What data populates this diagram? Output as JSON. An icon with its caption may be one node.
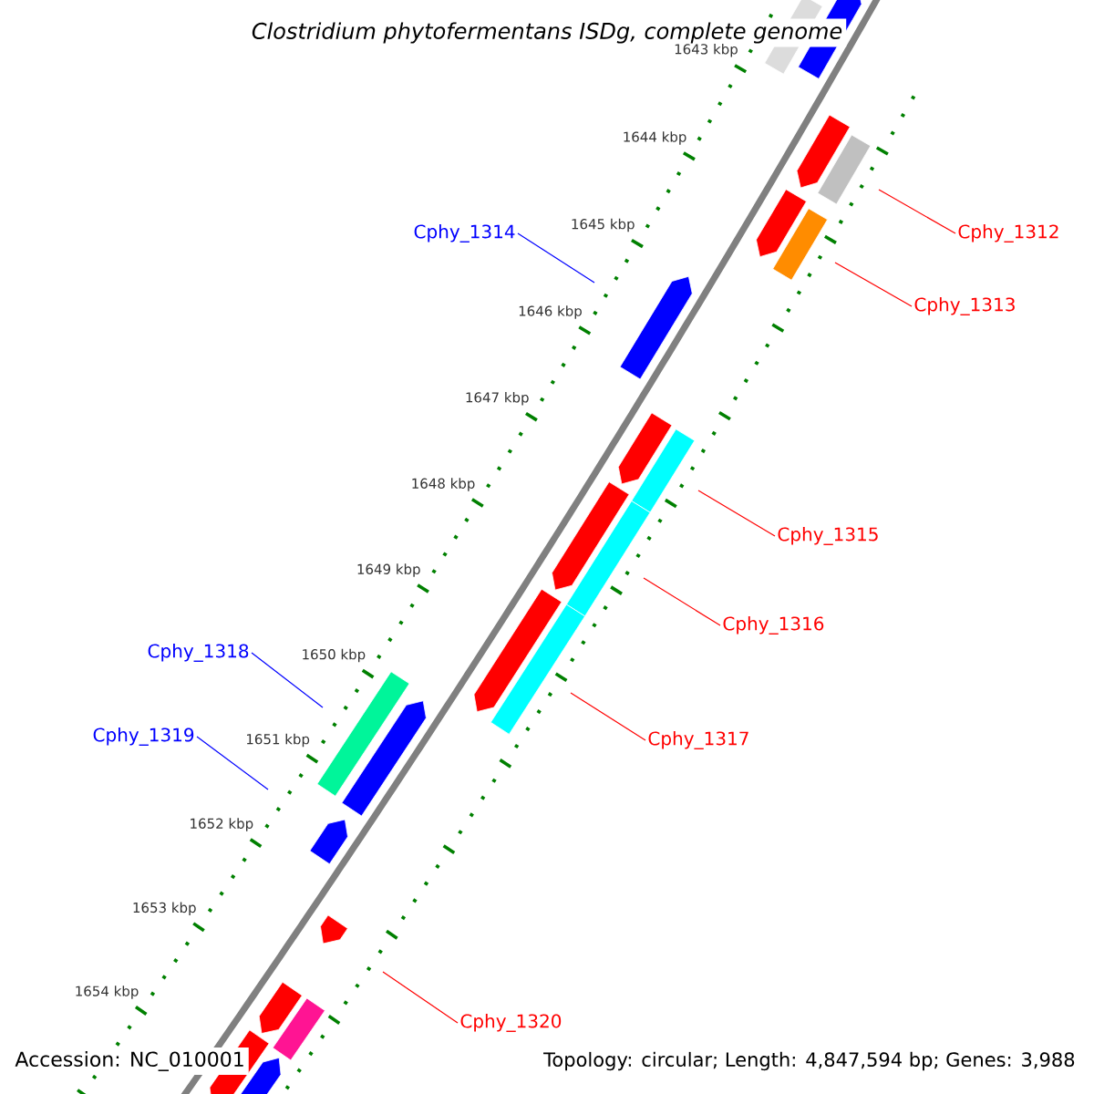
{
  "diagram": {
    "title": "Clostridium phytofermentans ISDg, complete genome",
    "nodes": [
      {
        "text": [
          "Cphy_1312"
        ]
      },
      {
        "text": [
          "Cphy_1313"
        ]
      },
      {
        "text": [
          "Cphy_1314"
        ]
      },
      {
        "text": [
          "Cphy_1315"
        ]
      },
      {
        "text": [
          "Cphy_1316"
        ]
      },
      {
        "text": [
          "Cphy_1317"
        ]
      },
      {
        "text": [
          "Cphy_1318"
        ]
      },
      {
        "text": [
          "Cphy_1319"
        ]
      },
      {
        "text": [
          "Cphy_1320"
        ]
      }
    ],
    "edges": [
      {
        "from": 0,
        "to": null,
        "arrow": "none"
      },
      {
        "from": 1,
        "to": null,
        "arrow": "none"
      },
      {
        "from": 2,
        "to": null,
        "arrow": "none",
        "color": "#0000ff"
      },
      {
        "from": 3,
        "to": null,
        "arrow": "none"
      },
      {
        "from": 4,
        "to": null,
        "arrow": "none"
      },
      {
        "from": 5,
        "to": null,
        "arrow": "none"
      },
      {
        "from": 6,
        "to": null,
        "arrow": "none",
        "color": "#0000ff"
      },
      {
        "from": 7,
        "to": null,
        "arrow": "none",
        "color": "#0000ff"
      },
      {
        "from": 8,
        "to": null,
        "arrow": "none"
      }
    ],
    "labels": [
      "1643 kbp",
      "1644 kbp",
      "1645 kbp",
      "1646 kbp",
      "1647 kbp",
      "1648 kbp",
      "1649 kbp",
      "1650 kbp",
      "1651 kbp",
      "1652 kbp",
      "1653 kbp",
      "1654 kbp",
      "Accession: NC_010001",
      "Topology: circular; Length: 4,847,594 bp; Genes: 3,988"
    ]
  }
}
